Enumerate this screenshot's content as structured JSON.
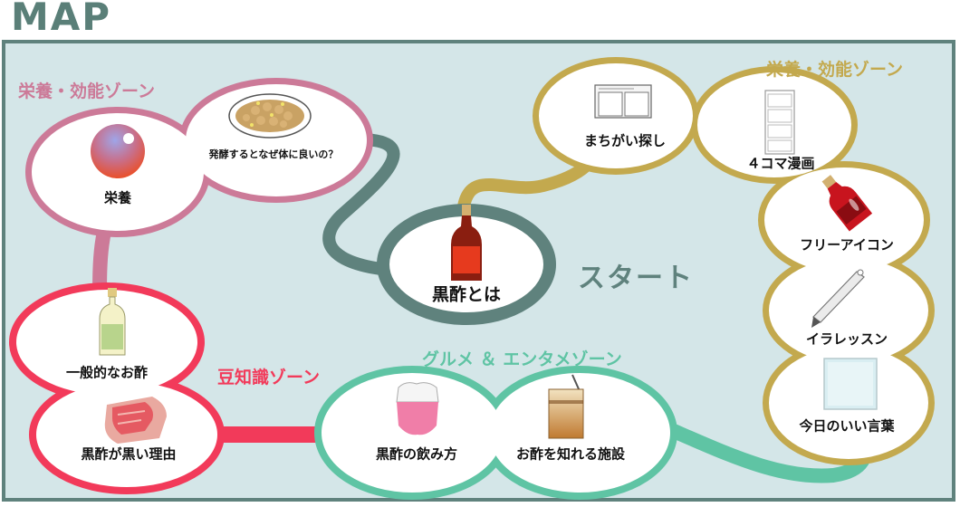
{
  "page": {
    "title": "MAP"
  },
  "colors": {
    "frame": "#5f827d",
    "background": "#d4e6e8",
    "nutrition_left": "#cc7a98",
    "nutrition_right": "#c3a94e",
    "trivia": "#f23a5a",
    "gourmet": "#5fc4a4",
    "start": "#5f827d"
  },
  "zones": {
    "nutrition_left": "栄養・効能ゾーン",
    "nutrition_right": "栄養・効能ゾーン",
    "trivia": "豆知識ゾーン",
    "gourmet": "グルメ ＆ エンタメゾーン"
  },
  "start": {
    "label": "スタート",
    "node": "黒酢とは",
    "icon": "black-vinegar-bottle-icon"
  },
  "nodes": {
    "nutrition": {
      "label": "栄養",
      "icon": "gradient-sphere-icon"
    },
    "fermentation": {
      "label": "発酵するとなぜ体に良いの？",
      "icon": "fermented-beans-dish-icon"
    },
    "general_vinegar": {
      "label": "一般的なお酢",
      "icon": "vinegar-bottle-icon"
    },
    "why_black": {
      "label": "黒酢が黒い理由",
      "icon": "meat-slab-icon"
    },
    "how_to_drink": {
      "label": "黒酢の飲み方",
      "icon": "drink-cup-icon"
    },
    "facilities": {
      "label": "お酢を知れる施設",
      "icon": "jar-icon"
    },
    "spot_difference": {
      "label": "まちがい探し",
      "icon": "spot-difference-sheet-icon"
    },
    "four_panel": {
      "label": "４コマ漫画",
      "icon": "four-panel-comic-icon"
    },
    "free_icon": {
      "label": "フリーアイコン",
      "icon": "soy-sauce-bottle-icon"
    },
    "illustration": {
      "label": "イラレッスン",
      "icon": "pen-icon"
    },
    "quote": {
      "label": "今日のいい言葉",
      "icon": "glass-card-icon"
    }
  }
}
